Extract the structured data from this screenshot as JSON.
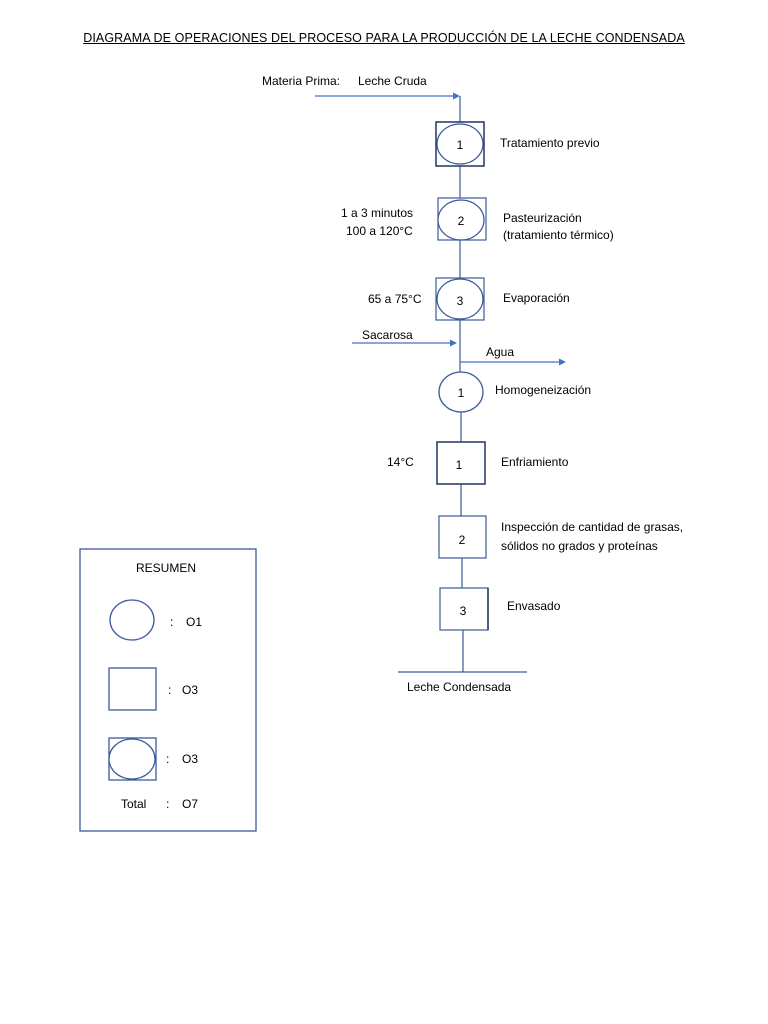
{
  "title": "DIAGRAMA DE OPERACIONES DEL PROCESO PARA LA PRODUCCIÓN DE LA LECHE CONDENSADA",
  "input": {
    "label": "Materia Prima:",
    "value": "Leche Cruda"
  },
  "steps": [
    {
      "number": "1",
      "shape": "combined",
      "label": "Tratamiento previo",
      "condition": []
    },
    {
      "number": "2",
      "shape": "combined",
      "label": [
        "Pasteurización",
        "(tratamiento térmico)"
      ],
      "condition": [
        "1 a 3 minutos",
        "100 a 120°C"
      ]
    },
    {
      "number": "3",
      "shape": "combined",
      "label": "Evaporación",
      "condition": [
        "65 a 75°C"
      ]
    },
    {
      "number": "1",
      "shape": "operation",
      "label": "Homogeneización",
      "condition": []
    },
    {
      "number": "1",
      "shape": "inspection",
      "label": "Enfriamiento",
      "condition": [
        "14°C"
      ]
    },
    {
      "number": "2",
      "shape": "inspection",
      "label": [
        "Inspección de cantidad de grasas,",
        "sólidos no grados y proteínas"
      ],
      "condition": []
    },
    {
      "number": "3",
      "shape": "inspection",
      "label": "Envasado",
      "condition": []
    }
  ],
  "side_inputs": {
    "sacarosa": "Sacarosa",
    "agua": "Agua"
  },
  "output": "Leche Condensada",
  "summary": {
    "title": "RESUMEN",
    "rows": [
      {
        "shape": "operation",
        "separator": ":",
        "value": "O1"
      },
      {
        "shape": "inspection",
        "separator": ":",
        "value": "O3"
      },
      {
        "shape": "combined",
        "separator": ":",
        "value": "O3"
      }
    ],
    "total_label": "Total",
    "total_separator": ":",
    "total_value": "O7"
  },
  "colors": {
    "line": "#3b5a9a",
    "arrow": "#4472c4"
  }
}
